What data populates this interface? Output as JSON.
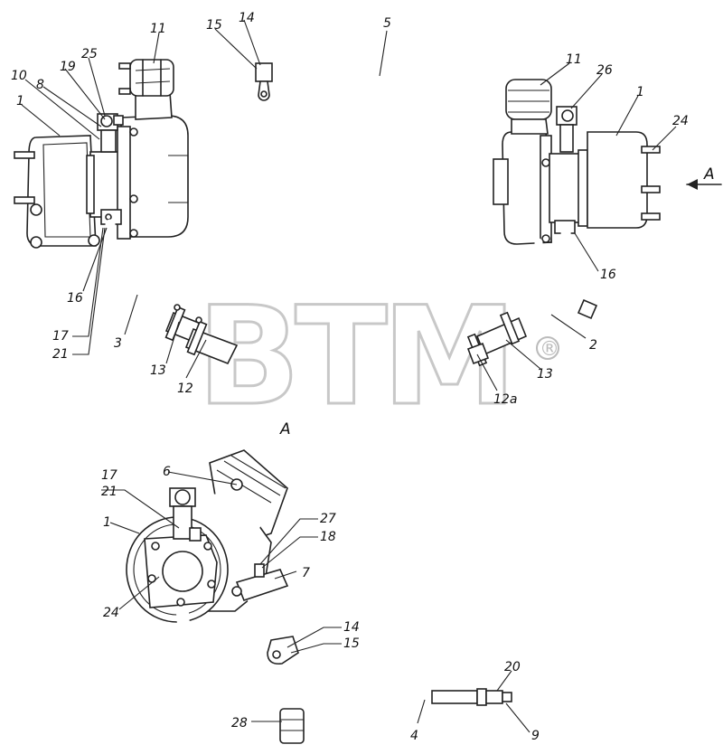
{
  "watermark": {
    "text": "BTM",
    "mark": "®"
  },
  "view_letter_top": "A",
  "view_letter_bottom": "A",
  "labels": {
    "top": {
      "l1_left": "1",
      "l10": "10",
      "l8": "8",
      "l19": "19",
      "l25": "25",
      "l11_left": "11",
      "l15_top": "15",
      "l14_top": "14",
      "l5": "5",
      "l11_right": "11",
      "l26": "26",
      "l1_right": "1",
      "l24_top": "24",
      "l16_left": "16",
      "l17_top": "17",
      "l21_top": "21",
      "l3": "3",
      "l13_left": "13",
      "l12": "12",
      "l16_right": "16",
      "l2": "2",
      "l13_right": "13",
      "l12a": "12a"
    },
    "bottom": {
      "l17": "17",
      "l21": "21",
      "l6": "6",
      "l1": "1",
      "l27": "27",
      "l18": "18",
      "l7": "7",
      "l24": "24",
      "l14": "14",
      "l15": "15",
      "l20": "20",
      "l28": "28",
      "l4": "4",
      "l9": "9"
    }
  }
}
